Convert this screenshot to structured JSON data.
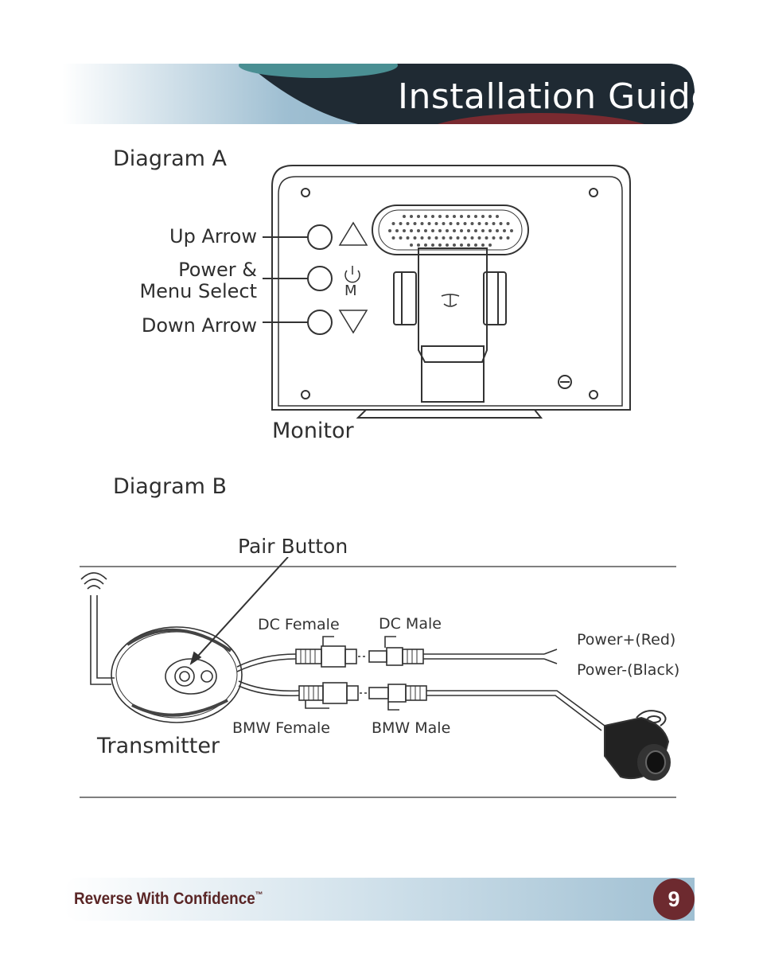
{
  "header": {
    "title": "Installation Guide"
  },
  "diagram_a": {
    "heading": "Diagram A",
    "up_label": "Up Arrow",
    "power_label_line1": "Power  &",
    "power_label_line2": "Menu Select",
    "down_label": "Down Arrow",
    "menu_glyph": "M",
    "monitor_label": "Monitor"
  },
  "diagram_b": {
    "heading": "Diagram B",
    "pair_button_label": "Pair Button",
    "dc_female_label": "DC Female",
    "dc_male_label": "DC Male",
    "power_pos_label": "Power+(Red)",
    "power_neg_label": "Power-(Black)",
    "bmw_female_label": "BMW Female",
    "bmw_male_label": "BMW Male",
    "transmitter_label": "Transmitter"
  },
  "footer": {
    "brand": "Reverse With Confidence",
    "trademark": "™",
    "page_number": "9"
  },
  "colors": {
    "header_dark": "#1f2a33",
    "header_teal": "#4a8f93",
    "header_red": "#7a2a30",
    "page_badge": "#6d2a2f"
  }
}
